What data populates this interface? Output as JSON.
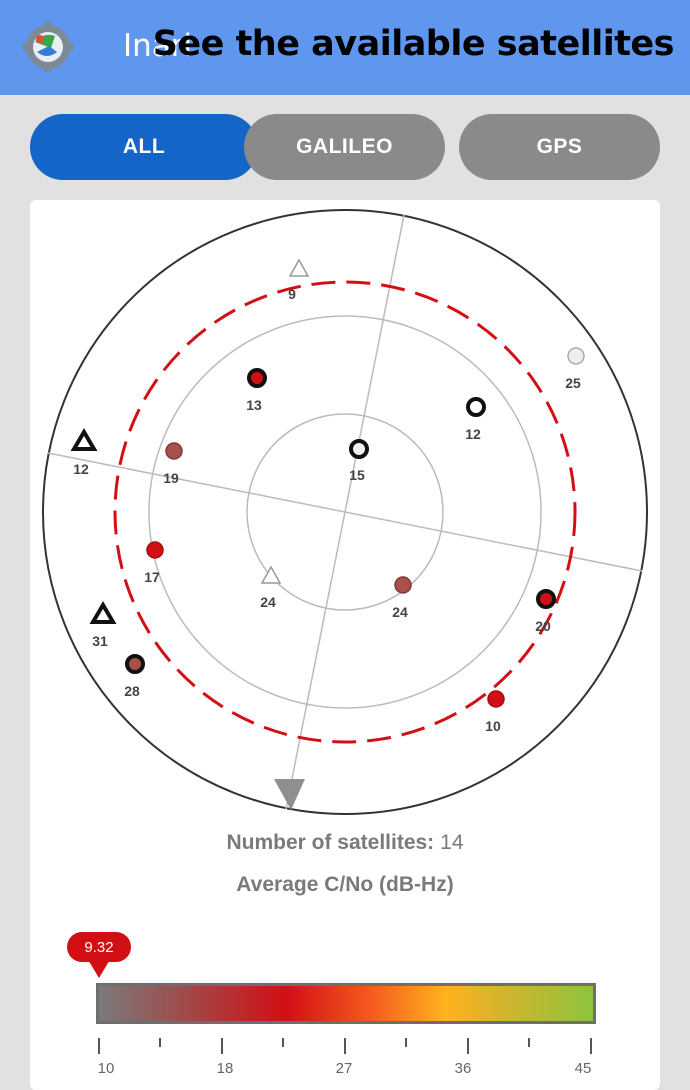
{
  "app": {
    "name": "Inari",
    "caption": "See the available satellites"
  },
  "tabs": [
    {
      "label": "ALL",
      "selected": true
    },
    {
      "label": "GALILEO",
      "selected": false
    },
    {
      "label": "GPS",
      "selected": false
    }
  ],
  "colors": {
    "appbar": "#5f97ee",
    "tab_selected": "#1565c8",
    "tab_unselected": "#8a8a8a",
    "accent_red": "#d20f15"
  },
  "skyplot": {
    "satellites": [
      {
        "id": "9",
        "shape": "triangle",
        "style": "light"
      },
      {
        "id": "25",
        "shape": "circle",
        "style": "light"
      },
      {
        "id": "13",
        "shape": "circle",
        "style": "red-ring"
      },
      {
        "id": "12",
        "shape": "circle",
        "style": "open"
      },
      {
        "id": "12",
        "shape": "triangle",
        "style": "dark"
      },
      {
        "id": "19",
        "shape": "circle",
        "style": "brown"
      },
      {
        "id": "15",
        "shape": "circle",
        "style": "open-light"
      },
      {
        "id": "17",
        "shape": "circle",
        "style": "red"
      },
      {
        "id": "24",
        "shape": "triangle",
        "style": "light"
      },
      {
        "id": "24",
        "shape": "circle",
        "style": "brown"
      },
      {
        "id": "20",
        "shape": "circle",
        "style": "red-ring"
      },
      {
        "id": "31",
        "shape": "triangle",
        "style": "dark"
      },
      {
        "id": "28",
        "shape": "circle",
        "style": "brown-ring"
      },
      {
        "id": "10",
        "shape": "circle",
        "style": "red"
      }
    ]
  },
  "stats": {
    "count_label": "Number of satellites:",
    "count_value": "14",
    "cno_label": "Average C/No (dB-Hz)",
    "cno_value": "9.32"
  },
  "scale": {
    "tick_labels": [
      "10",
      "18",
      "27",
      "36",
      "45"
    ],
    "min": 10,
    "max": 45,
    "current": 9.32
  }
}
